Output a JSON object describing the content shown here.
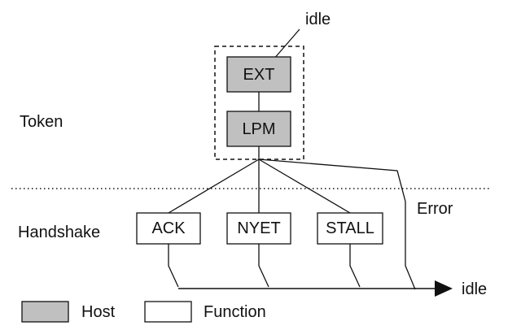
{
  "labels": {
    "idle_top": "idle",
    "token": "Token",
    "handshake": "Handshake",
    "error": "Error",
    "idle_end": "idle"
  },
  "token_packets": [
    "EXT",
    "LPM"
  ],
  "handshake_packets": [
    "ACK",
    "NYET",
    "STALL"
  ],
  "legend": {
    "host": "Host",
    "function": "Function"
  },
  "colors": {
    "host_fill": "#c0c0c0",
    "function_fill": "#ffffff",
    "stroke": "#111111"
  }
}
